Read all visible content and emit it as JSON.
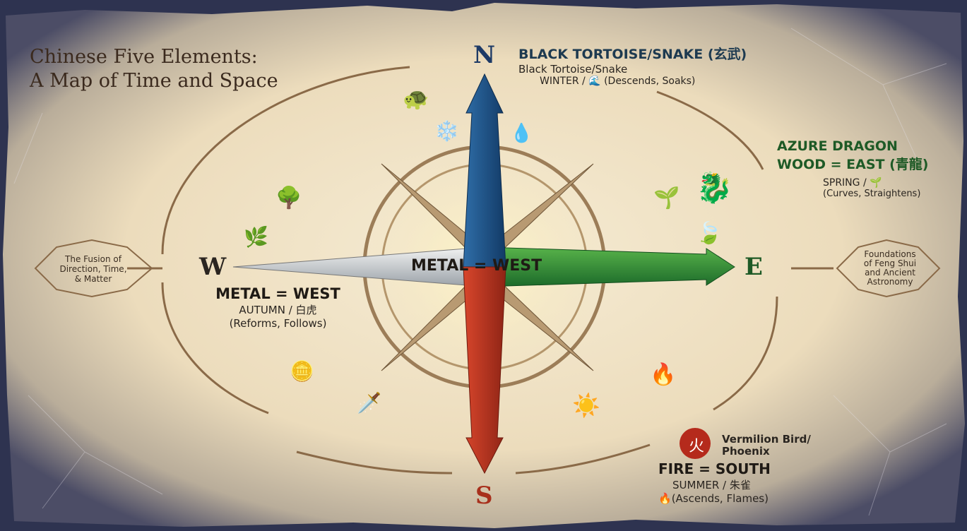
{
  "title": {
    "line1": "Chinese Five Elements:",
    "line2": "A Map of Time and Space"
  },
  "compass": {
    "n": "N",
    "s": "S",
    "e": "E",
    "w": "W",
    "center_label": "METAL = WEST"
  },
  "north": {
    "heading": "BLACK TORTOISE/SNAKE (玄武)",
    "subtitle": "Black Tortoise/Snake",
    "season_prefix": "WINTER / ",
    "season_icon": "wave-icon",
    "season_suffix": " (Descends, Soaks)"
  },
  "east": {
    "heading1": "AZURE DRAGON",
    "heading2": "WOOD = EAST (青龍)",
    "season": "SPRING / ",
    "season_icon": "sprout-icon",
    "qualities": "(Curves, Straightens)"
  },
  "west": {
    "heading": "METAL = WEST",
    "season": "AUTUMN / 白虎",
    "qualities": "(Reforms, Follows)"
  },
  "south": {
    "badge": "火",
    "animal1": "Vermilion Bird/",
    "animal2": "Phoenix",
    "heading": "FIRE = SOUTH",
    "season": "SUMMER / 朱雀",
    "qualities": "(Ascends, Flames)"
  },
  "left_box": {
    "line1": "The Fusion of",
    "line2": "Direction, Time,",
    "line3": "& Matter"
  },
  "right_box": {
    "line1": "Foundations",
    "line2": "of Feng Shui",
    "line3": "and Ancient",
    "line4": "Astronomy"
  },
  "colors": {
    "north": "#1d4f80",
    "east": "#1f6b2a",
    "south": "#b8321e",
    "west": "#c8ccd0",
    "parchment": "#ece0c4",
    "ink": "#3b2a1e"
  }
}
